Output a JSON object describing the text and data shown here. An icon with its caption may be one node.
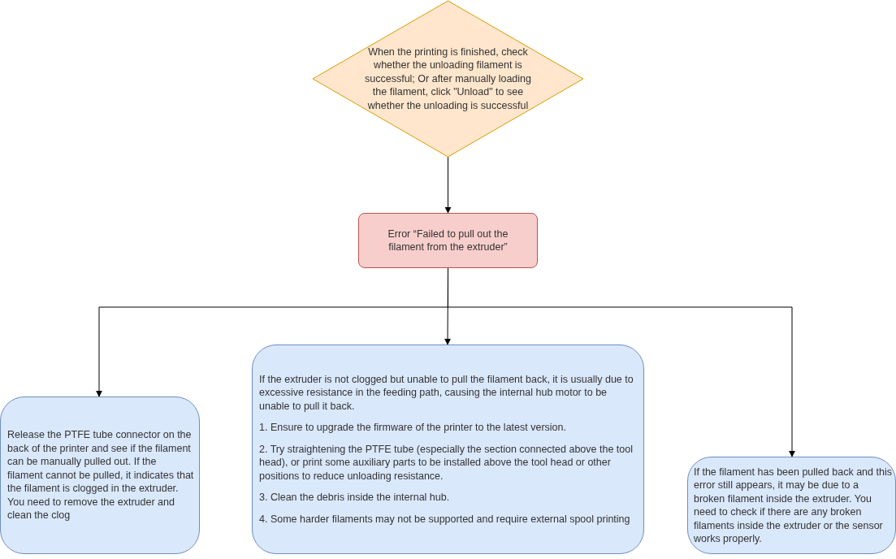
{
  "diagram": {
    "nodes": [
      {
        "text": [
          "When the printing is finished, check whether the unloading filament is successful; Or after manually loading the filament, click \"Unload\" to see whether the unloading is successful"
        ]
      },
      {
        "text": [
          "Error “Failed to pull out the filament from the extruder”"
        ]
      },
      {
        "text": [
          "Release the PTFE tube connector on the back of the printer and see if the filament can be manually pulled out. If the filament cannot be pulled, it indicates that the filament is clogged in the extruder. You need to remove the extruder and clean the clog"
        ]
      },
      {
        "text": [
          "If the extruder is not clogged but unable to pull the filament back, it is usually due to excessive resistance in the feeding path, causing the internal hub motor to be unable to pull it back.",
          "1. Ensure to upgrade the firmware of the printer to the latest version.",
          "2. Try straightening the PTFE tube (especially the section connected above the tool head), or print some auxiliary parts to be installed above the tool head or other positions to reduce unloading resistance.",
          "3. Clean the debris inside the internal hub.",
          "4. Some harder filaments may not be supported and require external spool printing"
        ]
      },
      {
        "text": [
          "If the filament has been pulled back and this error still appears, it may be due to a broken filament inside the extruder. You need to check if there are any broken filaments inside the extruder or the sensor works properly."
        ]
      }
    ],
    "edges": [
      {
        "from": 0,
        "to": 1,
        "arrow": "to"
      },
      {
        "from": 1,
        "to": 2,
        "arrow": "to"
      },
      {
        "from": 1,
        "to": 3,
        "arrow": "to"
      },
      {
        "from": 1,
        "to": 4,
        "arrow": "to"
      }
    ]
  }
}
